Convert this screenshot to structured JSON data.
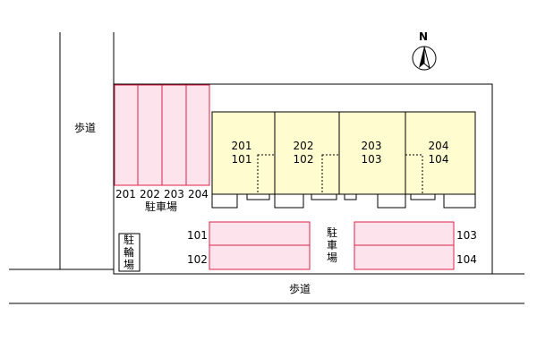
{
  "compass": {
    "label": "N"
  },
  "sidewalk": {
    "left_label": "歩道",
    "bottom_label": "歩道"
  },
  "parking_top": {
    "label": "駐車場",
    "slots": [
      "201",
      "202",
      "203",
      "204"
    ]
  },
  "units": [
    {
      "upper": "201",
      "lower": "101"
    },
    {
      "upper": "202",
      "lower": "102"
    },
    {
      "upper": "203",
      "lower": "103"
    },
    {
      "upper": "204",
      "lower": "104"
    }
  ],
  "parking_bottom": {
    "label": "駐車場",
    "left_slots": [
      "101",
      "102"
    ],
    "right_slots": [
      "103",
      "104"
    ]
  },
  "bicycle": {
    "label": "駐輪場"
  },
  "colors": {
    "parking_fill": "#fde3ec",
    "parking_stroke": "#e0204a",
    "building_fill": "#fffdd0",
    "line": "#000000"
  }
}
